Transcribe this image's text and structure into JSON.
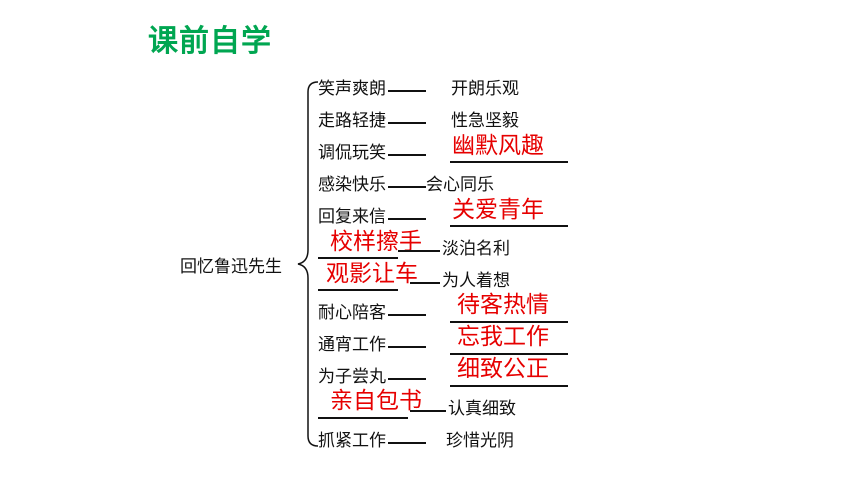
{
  "header": {
    "title": "课前自学"
  },
  "diagram": {
    "root": "回忆鲁迅先生",
    "rows": [
      {
        "left": "笑声爽朗",
        "right": "开朗乐观"
      },
      {
        "left": "走路轻捷",
        "right": "性急坚毅"
      },
      {
        "left": "调侃玩笑",
        "right": ""
      },
      {
        "left": "感染快乐",
        "right": "会心同乐"
      },
      {
        "left": "回复来信",
        "right": ""
      },
      {
        "left": "",
        "right": "淡泊名利"
      },
      {
        "left": "",
        "right": "为人着想"
      },
      {
        "left": "耐心陪客",
        "right": ""
      },
      {
        "left": "通宵工作",
        "right": ""
      },
      {
        "left": "为子尝丸",
        "right": ""
      },
      {
        "left": "",
        "right": "认真细致"
      },
      {
        "left": "抓紧工作",
        "right": "珍惜光阴"
      }
    ],
    "answers": [
      {
        "text": "幽默风趣"
      },
      {
        "text": "关爱青年"
      },
      {
        "text": "校样擦手"
      },
      {
        "text": "观影让车"
      },
      {
        "text": "待客热情"
      },
      {
        "text": "忘我工作"
      },
      {
        "text": "细致公正"
      },
      {
        "text": "亲自包书"
      }
    ]
  },
  "colors": {
    "title": "#00a651",
    "answer": "#e60000",
    "text": "#111111"
  }
}
